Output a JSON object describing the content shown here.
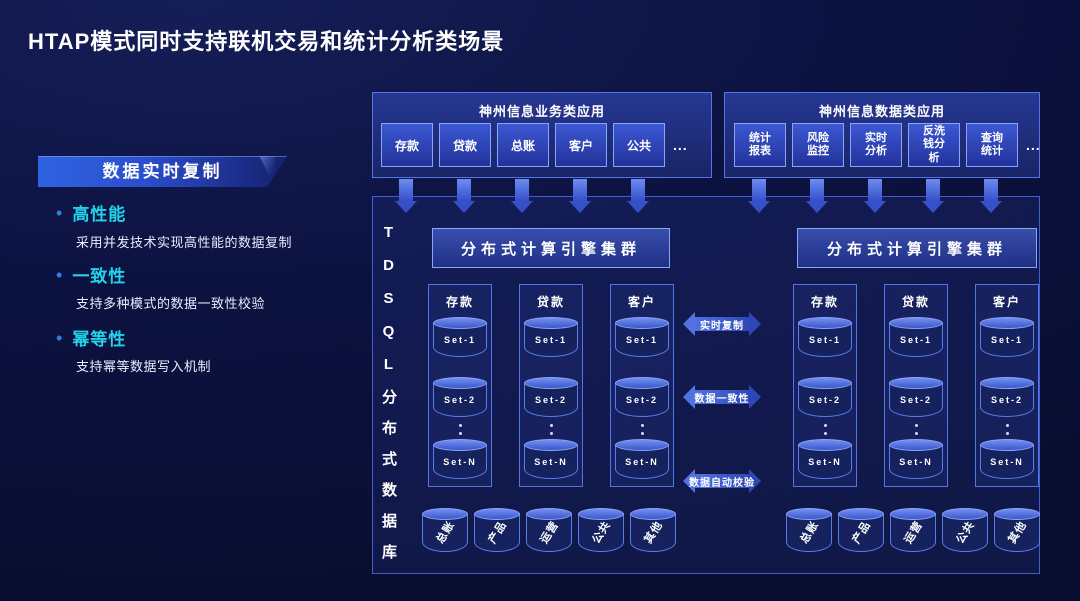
{
  "slide": {
    "title": "HTAP模式同时支持联机交易和统计分析类场景"
  },
  "left_panel": {
    "ribbon_label": "数据实时复制",
    "bullets": [
      {
        "heading": "高性能",
        "desc": "采用并发技术实现高性能的数据复制"
      },
      {
        "heading": "一致性",
        "desc": "支持多种模式的数据一致性校验"
      },
      {
        "heading": "幂等性",
        "desc": "支持幂等数据写入机制"
      }
    ]
  },
  "diagram": {
    "business_apps": {
      "title": "神州信息业务类应用",
      "items": [
        "存款",
        "贷款",
        "总账",
        "客户",
        "公共"
      ],
      "more": "..."
    },
    "data_apps": {
      "title": "神州信息数据类应用",
      "items": [
        "统计报表",
        "风险监控",
        "实时分析",
        "反洗钱分析",
        "查询统计"
      ],
      "more": "..."
    },
    "db_vertical_label": "TDSQL分布式数据库",
    "left_cluster": {
      "engine_label": "分布式计算引擎集群",
      "columns": [
        "存款",
        "贷款",
        "客户"
      ],
      "bottom_cylinders": [
        "总账",
        "产品",
        "运营",
        "公共",
        "其他"
      ]
    },
    "right_cluster": {
      "engine_label": "分布式计算引擎集群",
      "columns": [
        "存款",
        "贷款",
        "客户"
      ],
      "bottom_cylinders": [
        "总账",
        "产品",
        "运营",
        "公共",
        "其他"
      ]
    },
    "set_labels": [
      "Set-1",
      "Set-2",
      "Set-N"
    ],
    "sync_arrows": [
      "实时复制",
      "数据一致性",
      "数据自动校验"
    ]
  },
  "colors": {
    "background": "#0b1140",
    "accent_cyan": "#22d2ea",
    "box_border": "#5574e6",
    "arrow_blue": "#5272e2",
    "text": "#ffffff"
  }
}
